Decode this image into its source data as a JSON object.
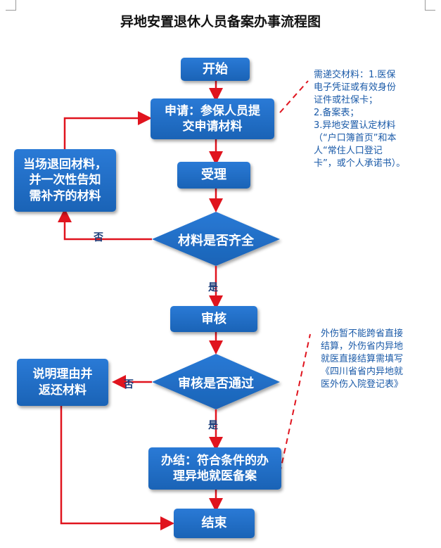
{
  "title": "异地安置退休人员备案办事流程图",
  "nodes": {
    "start": "开始",
    "apply_line1": "申请：参保人员提",
    "apply_line2": "交申请材料",
    "accept": "受理",
    "complete_check": "材料是否齐全",
    "return_line1": "当场退回材料，",
    "return_line2": "并一次性告知",
    "return_line3": "需补齐的材料",
    "review": "审核",
    "review_check": "审核是否通过",
    "explain_line1": "说明理由并",
    "explain_line2": "返还材料",
    "finish_line1": "办结：符合条件的办",
    "finish_line2": "理异地就医备案",
    "end": "结束"
  },
  "edge_labels": {
    "no_1": "否",
    "yes_1": "是",
    "no_2": "否",
    "yes_2": "是"
  },
  "notes": {
    "materials": [
      "需递交材料：1.医保",
      "电子凭证或有效身份",
      "证件或社保卡；",
      "2.备案表；",
      "3.异地安置认定材料",
      "（“户口簿首页”和本",
      "人“常住人口登记",
      "卡”，或个人承诺书）。"
    ],
    "injury": [
      "外伤暂不能跨省直接",
      "结算，外伤省内异地",
      "就医直接结算需填写",
      "《四川省省内异地就",
      "医外伤入院登记表》"
    ]
  },
  "colors": {
    "box_fill": "#1f6cc4",
    "arrow": "#e0141e",
    "note_text": "#1a5aa8"
  }
}
